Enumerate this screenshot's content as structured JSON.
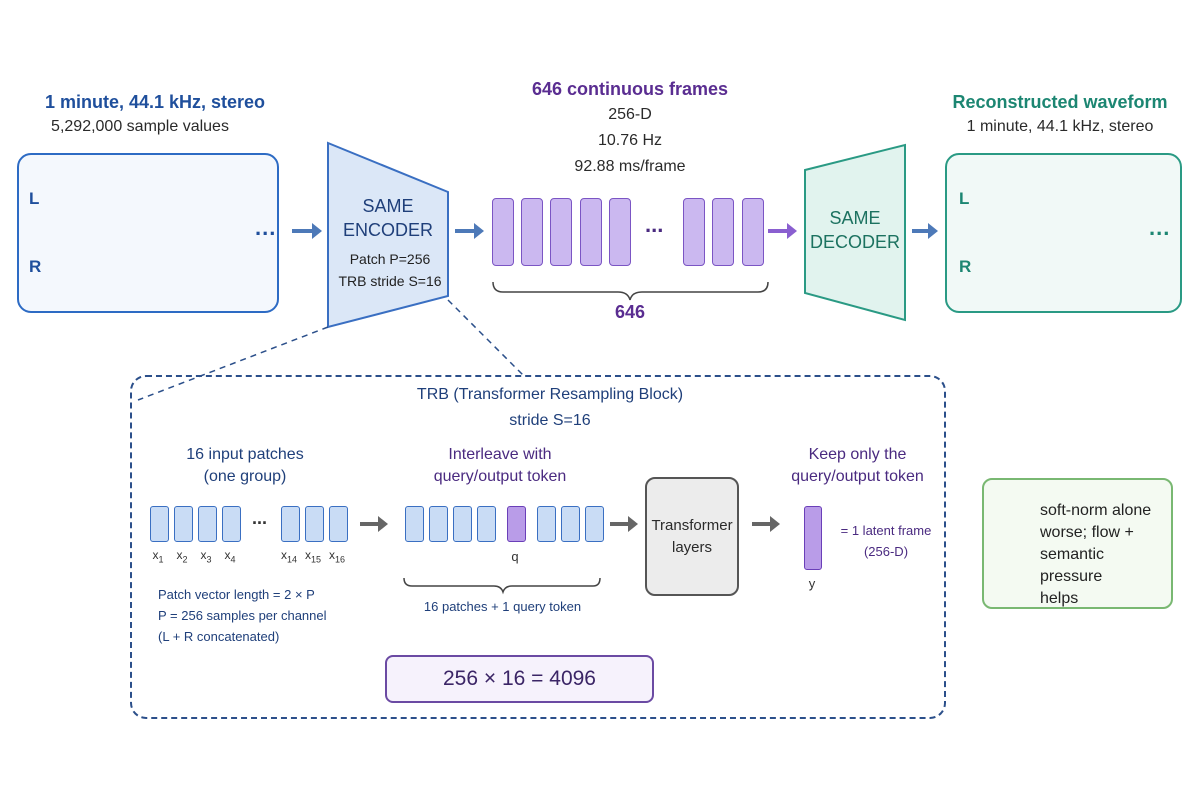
{
  "input": {
    "title": "1 minute, 44.1 kHz, stereo",
    "subtitle": "5,292,000 sample values",
    "ch_left": "L",
    "ch_right": "R",
    "ellipsis": "..."
  },
  "encoder": {
    "title_line1": "SAME",
    "title_line2": "ENCODER",
    "detail_line1": "Patch P=256",
    "detail_line2": "TRB stride S=16"
  },
  "frames": {
    "title": "646 continuous frames",
    "dim": "256-D",
    "rate": "10.76 Hz",
    "duration": "92.88 ms/frame",
    "ellipsis": "...",
    "count_label": "646"
  },
  "decoder": {
    "title_line1": "SAME",
    "title_line2": "DECODER"
  },
  "output": {
    "title": "Reconstructed waveform",
    "subtitle": "1 minute, 44.1 kHz, stereo",
    "ch_left": "L",
    "ch_right": "R",
    "ellipsis": "..."
  },
  "trb": {
    "title": "TRB (Transformer Resampling Block)",
    "subtitle": "stride S=16",
    "input_heading_line1": "16 input patches",
    "input_heading_line2": "(one group)",
    "ellipsis": "...",
    "x_labels": [
      {
        "base": "x",
        "sub": "1"
      },
      {
        "base": "x",
        "sub": "2"
      },
      {
        "base": "x",
        "sub": "3"
      },
      {
        "base": "x",
        "sub": "4"
      },
      {
        "base": "x",
        "sub": "14"
      },
      {
        "base": "x",
        "sub": "15"
      },
      {
        "base": "x",
        "sub": "16"
      }
    ],
    "patch_note_line1": "Patch vector length = 2 × P",
    "patch_note_line2": "P = 256 samples per channel",
    "patch_note_line3": "(L + R concatenated)",
    "interleave_line1": "Interleave with",
    "interleave_line2": "query/output token",
    "q_label": "q",
    "interleave_caption": "16 patches + 1 query token",
    "transformer_line1": "Transformer",
    "transformer_line2": "layers",
    "keep_line1": "Keep only the",
    "keep_line2": "query/output token",
    "y_label": "y",
    "latent_line1": "= 1 latent frame",
    "latent_line2": "(256-D)",
    "formula": "256 × 16 = 4096"
  },
  "note": {
    "line1": "soft-norm alone",
    "line2": "worse; flow +",
    "line3": "semantic pressure",
    "line4": "helps"
  },
  "colors": {
    "blue": "#2d6bc4",
    "purple": "#7b55c4",
    "teal": "#2a9a84",
    "green_check": "#3c9b41"
  }
}
